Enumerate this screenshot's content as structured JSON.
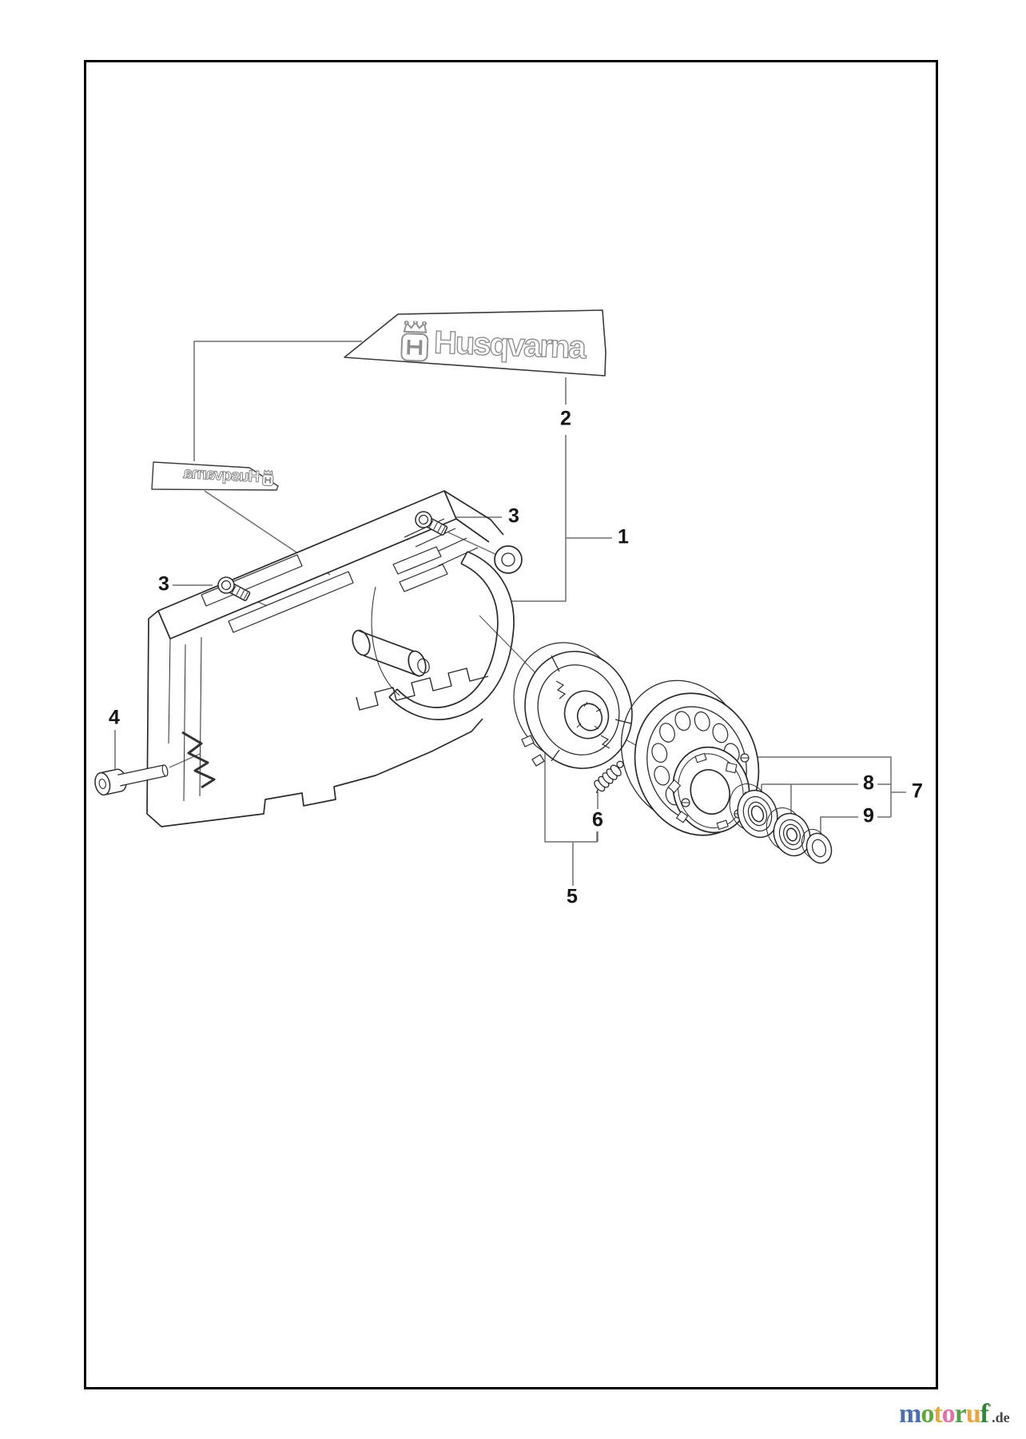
{
  "page": {
    "background_color": "#ffffff",
    "frame_color": "#000000"
  },
  "diagram": {
    "type": "exploded-parts-diagram",
    "brand_decal_large": {
      "text": "Husqvarna"
    },
    "brand_decal_small": {
      "text": "Husqvarna",
      "mirrored": true
    },
    "callouts": [
      {
        "id": "2"
      },
      {
        "id": "1"
      },
      {
        "id": "3"
      },
      {
        "id": "3"
      },
      {
        "id": "4"
      },
      {
        "id": "6"
      },
      {
        "id": "5"
      },
      {
        "id": "8"
      },
      {
        "id": "7"
      },
      {
        "id": "9"
      }
    ]
  },
  "watermark": {
    "letters": [
      {
        "ch": "m",
        "color": "#4a6fb2"
      },
      {
        "ch": "o",
        "color": "#62a83c"
      },
      {
        "ch": "t",
        "color": "#e5a63c"
      },
      {
        "ch": "o",
        "color": "#e271a7"
      },
      {
        "ch": "r",
        "color": "#55a047"
      },
      {
        "ch": "u",
        "color": "#eea43c"
      },
      {
        "ch": "f",
        "color": "#2f8a38"
      }
    ],
    "tick": "'",
    "tick_color": "#8aa84a",
    "suffix": ".de",
    "suffix_color": "#474747"
  }
}
